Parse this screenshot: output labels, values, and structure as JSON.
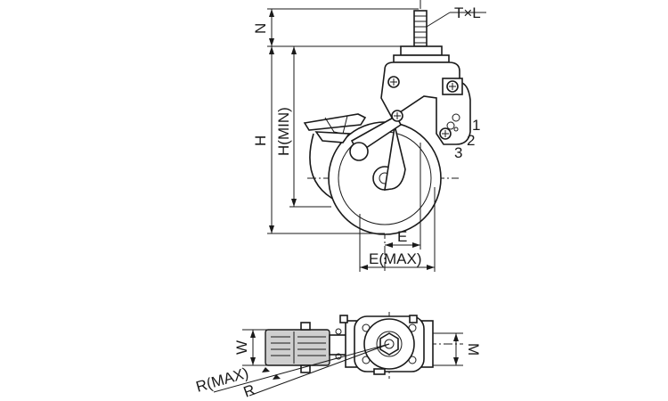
{
  "labels": {
    "thread": "T×L",
    "n": "N",
    "h": "H",
    "h_min": "H(MIN)",
    "e": "E",
    "e_max": "E(MAX)",
    "n1": "1",
    "n2": "2",
    "n3": "3",
    "w": "W",
    "m": "M",
    "r_max": "R(MAX)",
    "r": "R"
  }
}
